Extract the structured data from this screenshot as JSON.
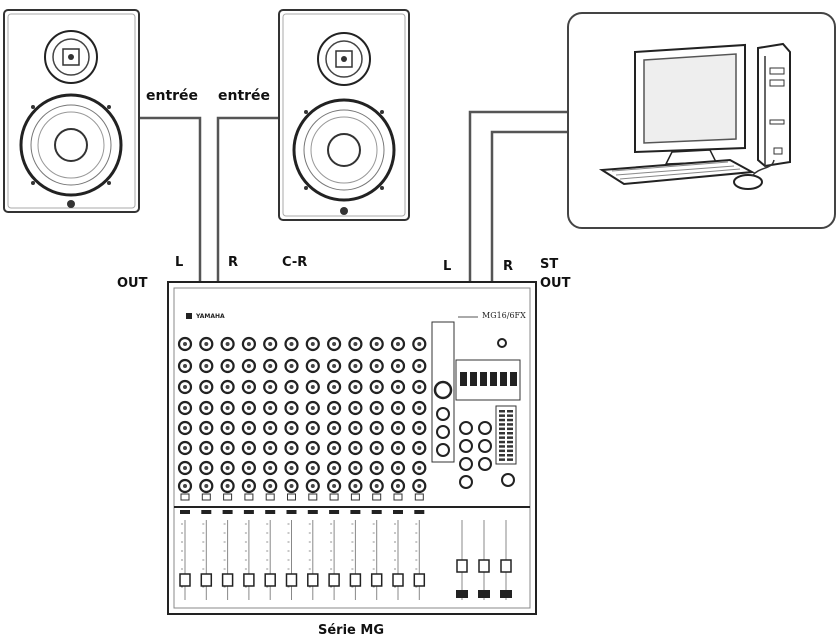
{
  "labels": {
    "speaker_left_input": "entrée",
    "speaker_right_input": "entrée",
    "cr_out_left": "L",
    "cr_out_right": "R",
    "cr_label": "C-R",
    "cr_out": "OUT",
    "st_left": "L",
    "st_right": "R",
    "st_label": "ST",
    "st_out": "OUT",
    "mixer_caption": "Série MG",
    "mixer_brand": "YAMAHA",
    "mixer_model": "MG16/6FX"
  },
  "mixer": {
    "input_channels": 12,
    "knob_rows": 8
  }
}
